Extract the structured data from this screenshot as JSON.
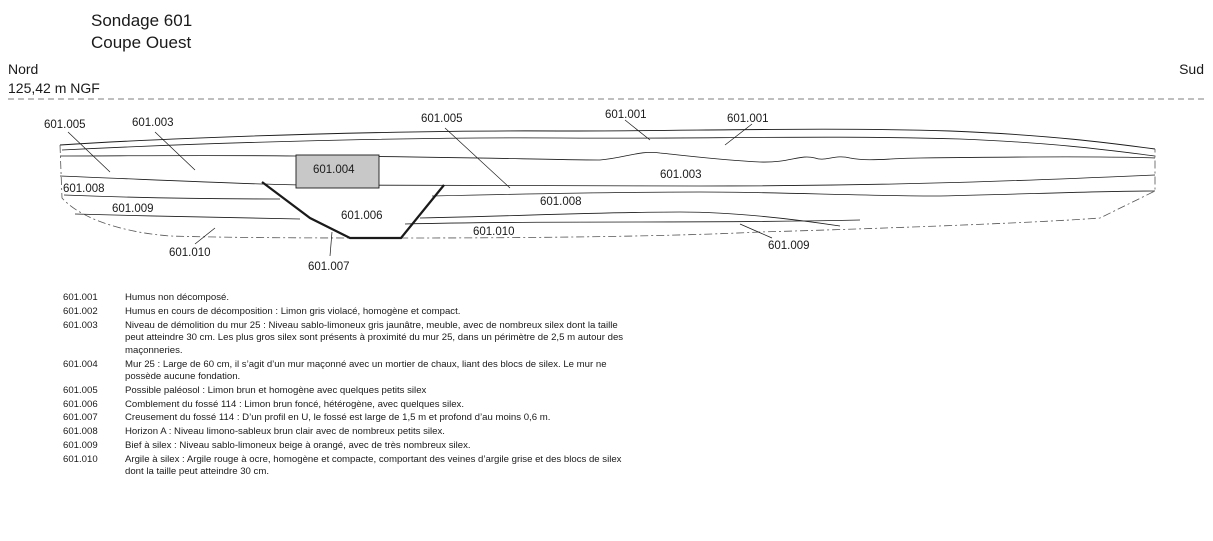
{
  "header": {
    "title_line1": "Sondage 601",
    "title_line2": "Coupe Ouest",
    "north": "Nord",
    "south": "Sud",
    "elevation": "125,42 m NGF"
  },
  "labels": {
    "l_601_005_left": "601.005",
    "l_601_003_left": "601.003",
    "l_601_004": "601.004",
    "l_601_005_center": "601.005",
    "l_601_001_a": "601.001",
    "l_601_001_b": "601.001",
    "l_601_003_right": "601.003",
    "l_601_008_left": "601.008",
    "l_601_008_right": "601.008",
    "l_601_009_left": "601.009",
    "l_601_006": "601.006",
    "l_601_010_center": "601.010",
    "l_601_010_left": "601.010",
    "l_601_007": "601.007",
    "l_601_009_right": "601.009"
  },
  "colors": {
    "wall_fill": "#c8c8c8",
    "line": "#1a1a1a"
  },
  "legend": [
    {
      "code": "601.001",
      "text": "Humus non décomposé."
    },
    {
      "code": "601.002",
      "text": "Humus en cours de décomposition : Limon gris violacé, homogène et compact."
    },
    {
      "code": "601.003",
      "text": "Niveau de démolition du mur 25 : Niveau sablo-limoneux gris jaunâtre, meuble, avec de nombreux silex dont la taille peut atteindre 30 cm. Les plus gros silex sont présents à proximité du mur 25, dans un périmètre de 2,5 m autour des maçonneries."
    },
    {
      "code": "601.004",
      "text": "Mur 25 : Large de 60 cm, il s’agit d’un mur maçonné avec un mortier de chaux, liant des blocs de silex. Le mur ne possède aucune fondation."
    },
    {
      "code": "601.005",
      "text": "Possible paléosol : Limon brun et homogène avec quelques petits silex"
    },
    {
      "code": "601.006",
      "text": "Comblement du fossé 114 : Limon brun foncé, hétérogène, avec quelques silex."
    },
    {
      "code": "601.007",
      "text": "Creusement du fossé 114 : D’un profil en U, le fossé est large de 1,5 m et profond d’au moins 0,6 m."
    },
    {
      "code": "601.008",
      "text": "Horizon A : Niveau limono-sableux brun clair avec de nombreux petits silex."
    },
    {
      "code": "601.009",
      "text": "Bief à silex : Niveau sablo-limoneux beige à orangé, avec de très nombreux silex."
    },
    {
      "code": "601.010",
      "text": "Argile à silex : Argile rouge à ocre, homogène et compacte, comportant des veines d’argile grise et des blocs de silex dont la taille peut atteindre 30 cm."
    }
  ]
}
